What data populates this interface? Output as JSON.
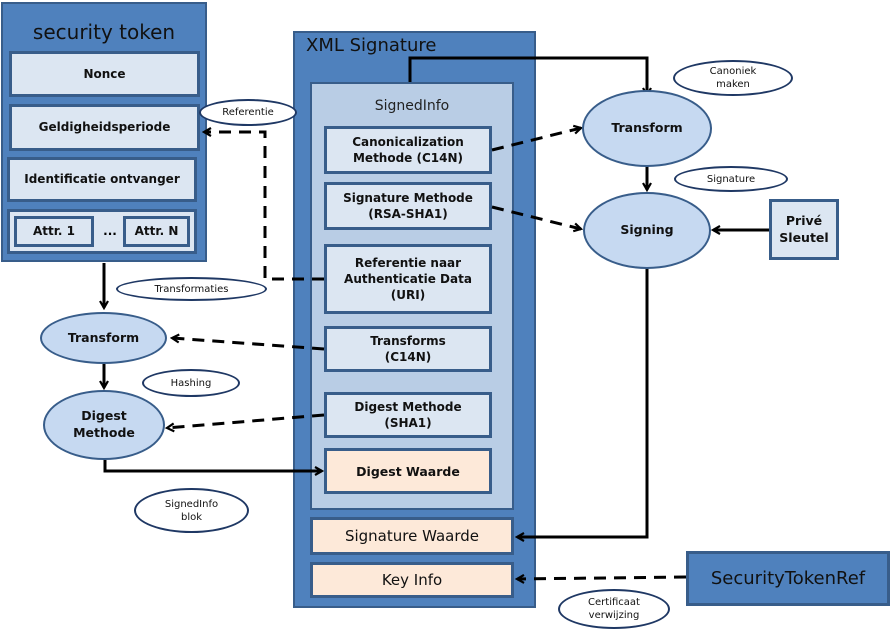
{
  "security_token": {
    "title": "security token",
    "fields": [
      "Nonce",
      "Geldigheidsperiode",
      "Identificatie ontvanger"
    ],
    "attributes": {
      "first": "Attr. 1",
      "ellipsis": "...",
      "last": "Attr. N"
    }
  },
  "xml_signature": {
    "title": "XML Signature",
    "signed_info": {
      "title": "SignedInfo",
      "items": [
        {
          "line1": "Canonicalization",
          "line2": "Methode (C14N)"
        },
        {
          "line1": "Signature Methode",
          "line2": "(RSA-SHA1)"
        },
        {
          "line1": "Referentie naar",
          "line2": "Authenticatie Data",
          "line3": "(URI)"
        },
        {
          "line1": "Transforms",
          "line2": "(C14N)"
        },
        {
          "line1": "Digest Methode",
          "line2": "(SHA1)"
        }
      ],
      "digest_value": "Digest Waarde"
    },
    "signature_value": "Signature Waarde",
    "key_info": "Key Info"
  },
  "process_nodes": {
    "transform_left": "Transform",
    "digest_method": {
      "line1": "Digest",
      "line2": "Methode"
    },
    "transform_right": "Transform",
    "signing": "Signing",
    "private_key": {
      "line1": "Privé",
      "line2": "Sleutel"
    },
    "security_token_ref": "SecurityTokenRef"
  },
  "edge_labels": {
    "referentie": "Referentie",
    "transformaties": "Transformaties",
    "hashing": "Hashing",
    "signedinfo_blok": {
      "line1": "SignedInfo",
      "line2": "blok"
    },
    "canoniek_maken": {
      "line1": "Canoniek",
      "line2": "maken"
    },
    "signature": "Signature",
    "certificaat_verwijzing": {
      "line1": "Certificaat",
      "line2": "verwijzing"
    }
  }
}
